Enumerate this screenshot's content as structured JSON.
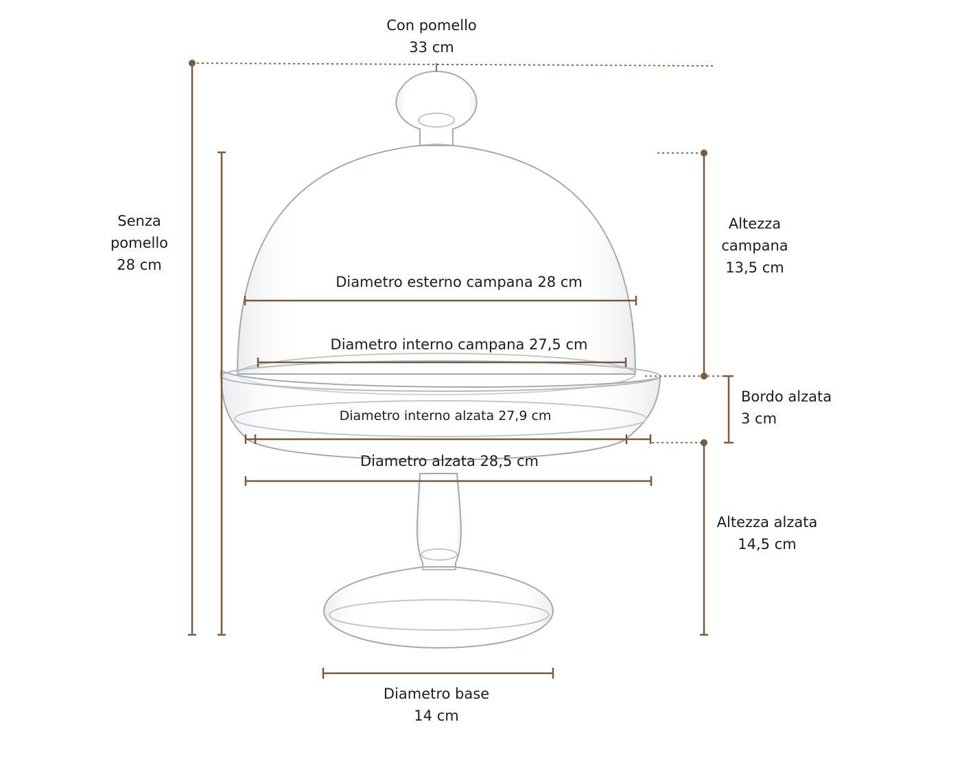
{
  "colors": {
    "dimension_line": "#7a5a3c",
    "glass_stroke": "#9aa0a6",
    "text": "#1c1c1c"
  },
  "labels": {
    "con_pomello": [
      "Con pomello",
      "33 cm"
    ],
    "senza_pomello": [
      "Senza",
      "pomello",
      "28 cm"
    ],
    "altezza_campana": [
      "Altezza",
      "campana",
      "13,5 cm"
    ],
    "bordo_alzata": [
      "Bordo alzata",
      "3 cm"
    ],
    "altezza_alzata": [
      "Altezza alzata",
      "14,5 cm"
    ],
    "diametro_base": [
      "Diametro base",
      "14 cm"
    ],
    "diametro_esterno_campana": "Diametro esterno campana 28 cm",
    "diametro_interno_campana": "Diametro interno campana 27,5 cm",
    "diametro_interno_alzata": "Diametro interno alzata 27,9 cm",
    "diametro_alzata": "Diametro alzata 28,5 cm"
  }
}
